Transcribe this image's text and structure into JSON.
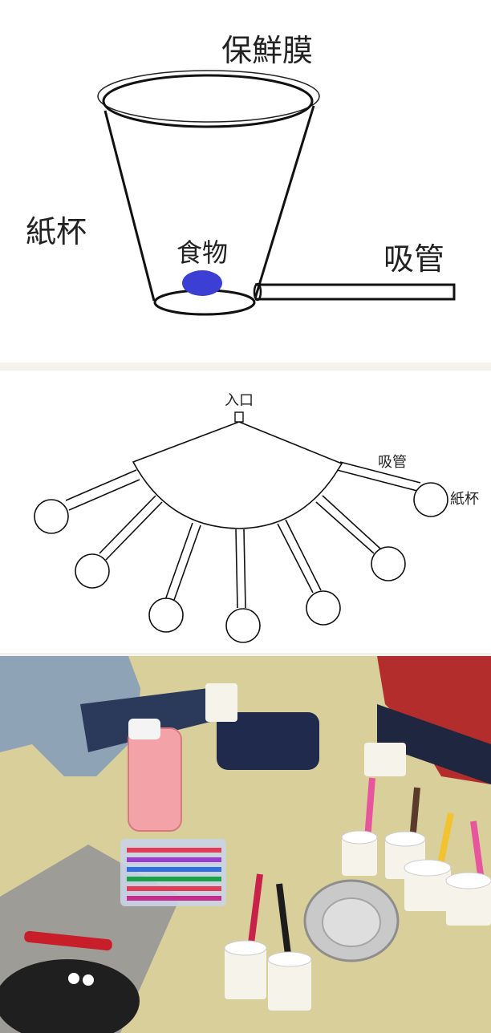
{
  "diagram_single_cup": {
    "label_wrap": "保鮮膜",
    "label_cup": "紙杯",
    "label_food": "食物",
    "label_straw": "吸管",
    "food_color": "#3b3fd4"
  },
  "diagram_layout": {
    "label_entrance": "入口",
    "label_straw": "吸管",
    "label_cup": "紙杯"
  },
  "photo": {
    "table_color": "#d9cf9b",
    "straw_colors": [
      "#e23c5a",
      "#2a2a2a",
      "#f2c230",
      "#e7559c",
      "#c8224a",
      "#1c1c1c"
    ]
  }
}
